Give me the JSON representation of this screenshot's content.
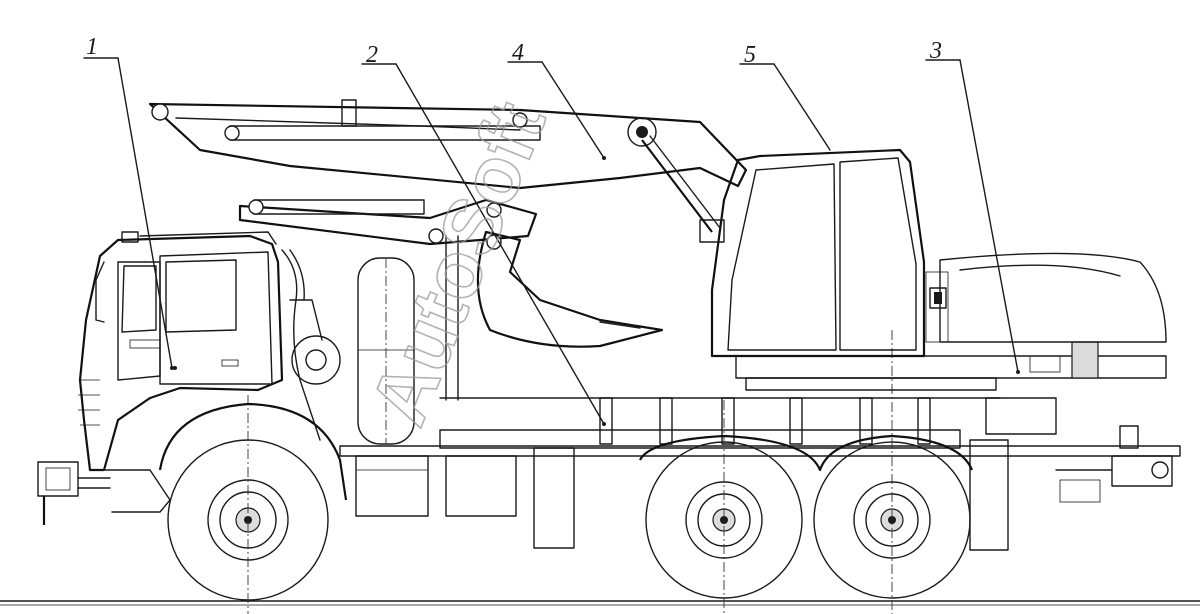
{
  "callouts": [
    {
      "id": "1",
      "label": "1"
    },
    {
      "id": "2",
      "label": "2"
    },
    {
      "id": "3",
      "label": "3"
    },
    {
      "id": "4",
      "label": "4"
    },
    {
      "id": "5",
      "label": "5"
    }
  ],
  "watermark": "AutoSoft",
  "colors": {
    "line": "#1a1a1a",
    "background": "#ffffff",
    "watermark": "#9a9a9a"
  }
}
